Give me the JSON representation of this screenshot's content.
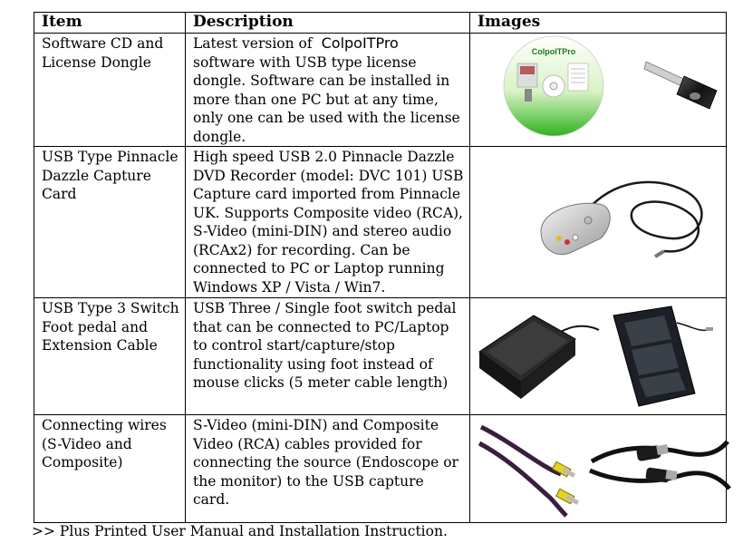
{
  "headers": {
    "item": "Item",
    "description": "Description",
    "images": "Images"
  },
  "rows": [
    {
      "item": "Software CD and License Dongle",
      "desc_prefix": "Latest version of",
      "product_name": "ColpoITPro",
      "desc_rest": "software with USB type license dongle. Software can be installed in more than one PC but at any time, only one can be used with the license dongle.",
      "cd_label": "ColpoITPro"
    },
    {
      "item": "USB Type Pinnacle Dazzle Capture Card",
      "description": "High speed USB 2.0 Pinnacle Dazzle DVD Recorder (model: DVC 101) USB Capture card imported from Pinnacle UK. Supports Composite video (RCA), S-Video (mini-DIN) and stereo audio (RCAx2) for recording. Can be connected to PC or Laptop running Windows XP / Vista / Win7."
    },
    {
      "item": "USB Type 3 Switch Foot pedal and Extension Cable",
      "description": "USB Three / Single foot switch pedal that can be connected to PC/Laptop to control start/capture/stop functionality using foot instead of mouse clicks (5 meter cable length)"
    },
    {
      "item": "Connecting wires (S-Video and Composite)",
      "description": "S-Video (mini-DIN) and Composite Video (RCA) cables provided for connecting the source (Endoscope or the monitor) to the USB capture card."
    }
  ],
  "footer": ">> Plus Printed User Manual and Installation Instruction."
}
